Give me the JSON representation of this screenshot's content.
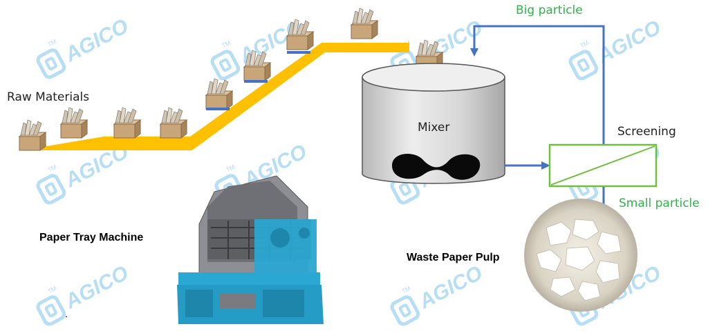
{
  "labels": {
    "raw_materials": "Raw Materials",
    "mixer": "Mixer",
    "screening": "Screening",
    "big_particle": "Big particle",
    "small_particle": "Small particle",
    "paper_tray_machine": "Paper Tray Machine",
    "waste_paper_pulp": "Waste Paper Pulp",
    "stray_dot": "."
  },
  "watermark": {
    "text": "AGICO",
    "tm": "TM",
    "color": "#a9d8f2"
  },
  "colors": {
    "conveyor": "#ffc000",
    "flow_arrow": "#4472c4",
    "screen_box": "#6fbf3f",
    "tank_body": "#d0d0d0",
    "tank_top": "#ececec",
    "label_green": "#2fb44a"
  },
  "icons": [
    "cardboard-box-icon",
    "blade-icon",
    "machine-picture",
    "pulp-picture"
  ]
}
